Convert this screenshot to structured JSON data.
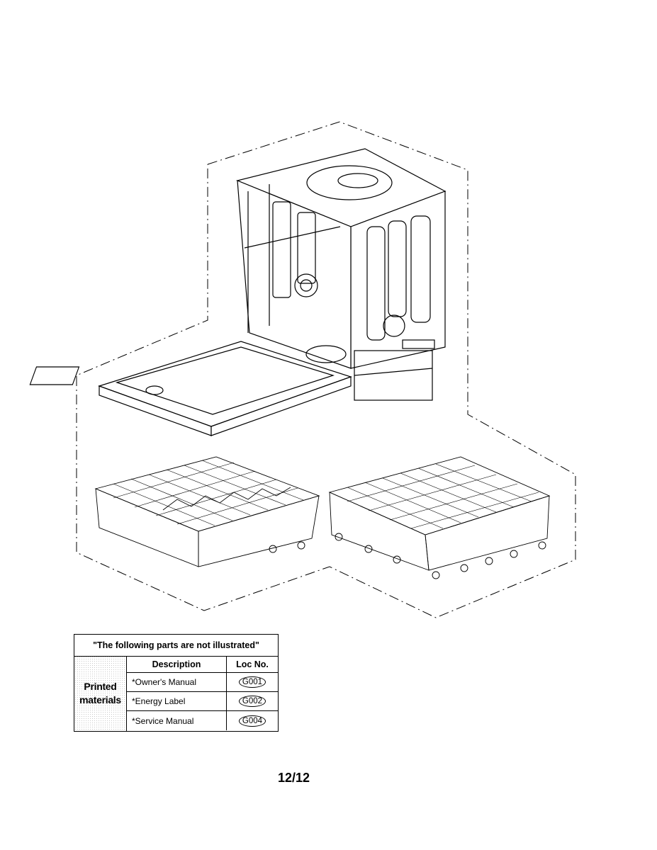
{
  "not_illustrated_table": {
    "title": "\"The following parts are not illustrated\"",
    "headers": {
      "description": "Description",
      "loc_no": "Loc No."
    },
    "group_label_line1": "Printed",
    "group_label_line2": "materials",
    "rows": [
      {
        "description": "*Owner's Manual",
        "loc": "G001"
      },
      {
        "description": "*Energy Label",
        "loc": "G002"
      },
      {
        "description": "*Service Manual",
        "loc": "G004"
      }
    ]
  },
  "page_number": "12/12"
}
